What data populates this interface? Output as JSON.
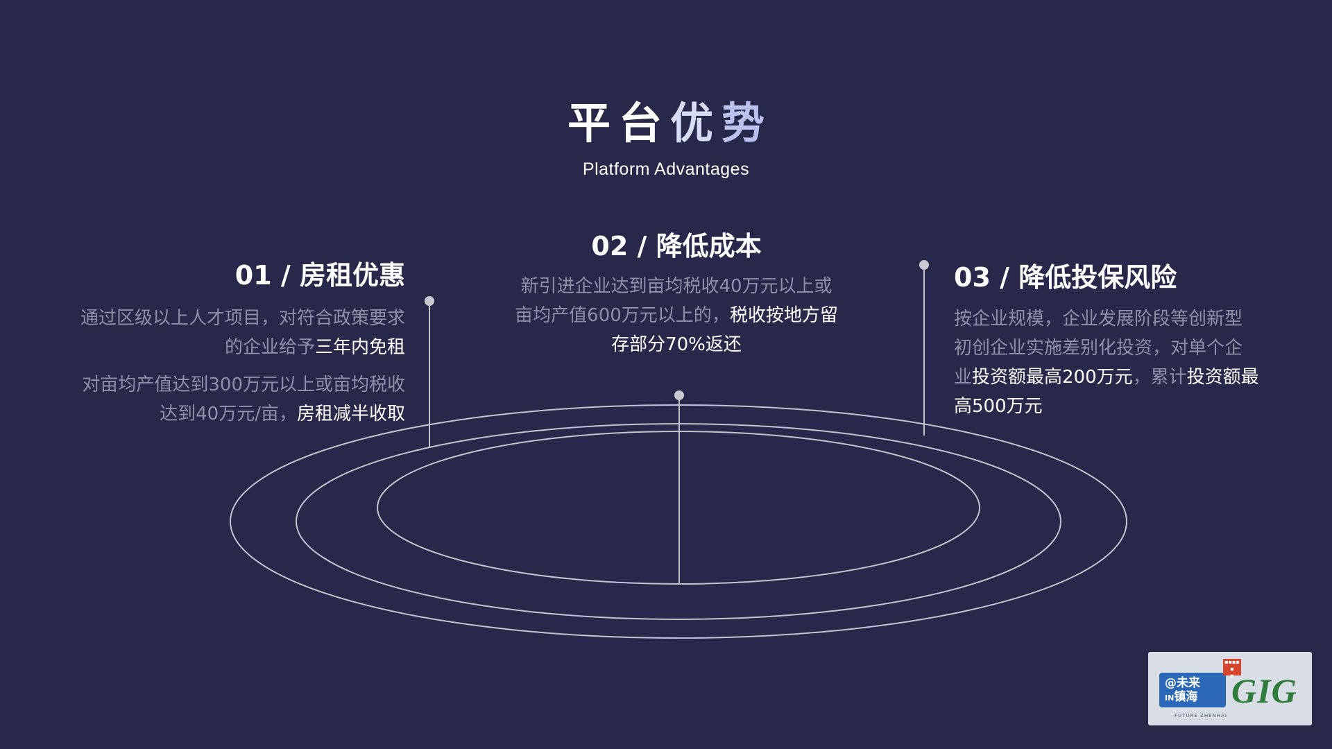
{
  "title": {
    "cn_chars": [
      "平",
      "台",
      "优",
      "势"
    ],
    "en": "Platform Advantages"
  },
  "sections": [
    {
      "heading": "01 / 房租优惠",
      "p1_a": "通过区级以上人才项目，对符合政策要求的企业给予",
      "p1_hl": "三年内免租",
      "p2_a": "对亩均产值达到300万元以上或亩均税收达到40万元/亩，",
      "p2_hl": "房租减半收取"
    },
    {
      "heading": "02 / 降低成本",
      "p1_a": "新引进企业达到亩均税收40万元以上或亩均产值600万元以上的，",
      "p1_hl": "税收按地方留存部分70%返还"
    },
    {
      "heading": "03 / 降低投保风险",
      "p1_a": "按企业规模，企业发展阶段等创新型初创企业实施差别化投资，对单个企业",
      "p1_hl": "投资额最高200万元",
      "p1_b": "，累计",
      "p1_hl2": "投资额最高500万元"
    }
  ],
  "logo": {
    "blue_line1": "@未来",
    "blue_line2_small": "IN",
    "blue_line2": "镇海",
    "mark": "GIG",
    "caption": "FUTURE ZHENHAI"
  },
  "colors": {
    "background": "#28284a",
    "highlight": "#ffffff",
    "muted_text": "#8f90a6",
    "line": "#c4c4cc"
  }
}
